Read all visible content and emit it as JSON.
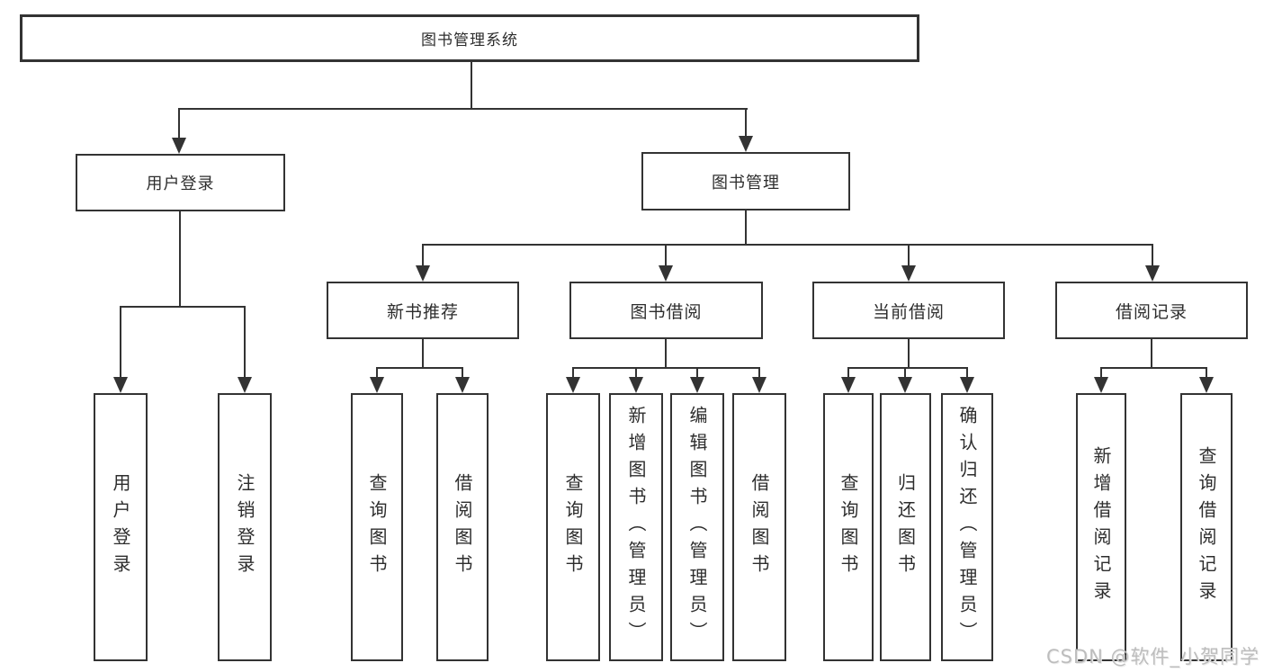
{
  "colors": {
    "line": "#333333",
    "text": "#2d2d2d",
    "box_background": "#ffffff",
    "watermark": "#bdbdbd"
  },
  "tree": {
    "root": "图书管理系统",
    "children": [
      {
        "label": "用户登录",
        "children": [
          "用户登录",
          "注销登录"
        ]
      },
      {
        "label": "图书管理",
        "children": [
          {
            "label": "新书推荐",
            "children": [
              "查询图书",
              "借阅图书"
            ]
          },
          {
            "label": "图书借阅",
            "children": [
              "查询图书",
              "新增图书（管理员）",
              "编辑图书（管理员）",
              "借阅图书"
            ]
          },
          {
            "label": "当前借阅",
            "children": [
              "查询图书",
              "归还图书",
              "确认归还（管理员）"
            ]
          },
          {
            "label": "借阅记录",
            "children": [
              "新增借阅记录",
              "查询借阅记录"
            ]
          }
        ]
      }
    ]
  },
  "watermark": {
    "text": "CSDN @软件_小贺同学"
  }
}
